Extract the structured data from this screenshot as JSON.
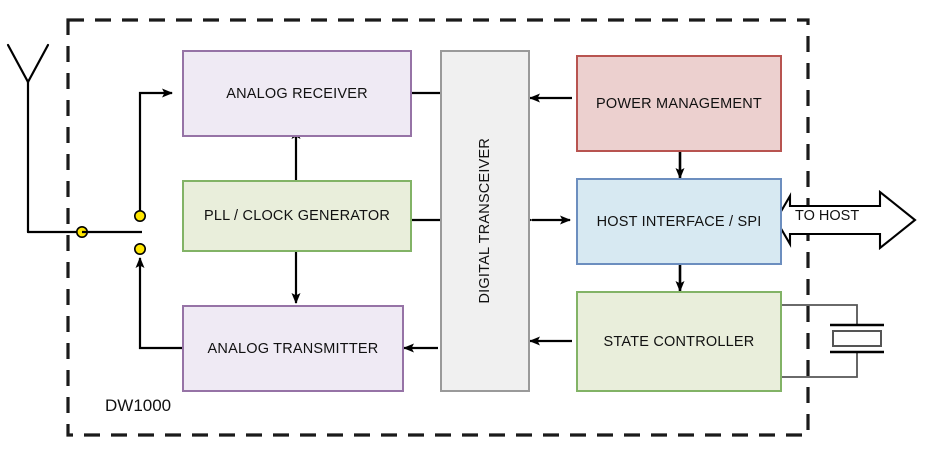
{
  "diagram": {
    "title_label": "DW1000",
    "chip_boundary": {
      "style": "dashed",
      "color": "#1a1a1a"
    },
    "blocks": [
      {
        "id": "analog_receiver",
        "label": "ANALOG RECEIVER",
        "fill": "#efeaf4",
        "stroke": "#9673a6"
      },
      {
        "id": "pll_clock",
        "label": "PLL / CLOCK GENERATOR",
        "fill": "#e9eedb",
        "stroke": "#82b366"
      },
      {
        "id": "analog_transmitter",
        "label": "ANALOG TRANSMITTER",
        "fill": "#efeaf4",
        "stroke": "#9673a6"
      },
      {
        "id": "digital_transceiver",
        "label": "DIGITAL TRANSCEIVER",
        "fill": "#f0f0f0",
        "stroke": "#9a9a9a"
      },
      {
        "id": "power_management",
        "label": "POWER MANAGEMENT",
        "fill": "#ecd0cf",
        "stroke": "#b85450"
      },
      {
        "id": "host_interface",
        "label": "HOST INTERFACE / SPI",
        "fill": "#d7e9f2",
        "stroke": "#6c8ebf"
      },
      {
        "id": "state_controller",
        "label": "STATE CONTROLLER",
        "fill": "#e9eedb",
        "stroke": "#82b366"
      }
    ],
    "external": {
      "to_host_label": "TO HOST",
      "antenna_name": "antenna-symbol",
      "crystal_name": "crystal-oscillator-symbol"
    },
    "connections": [
      {
        "from": "antenna",
        "to": "analog_receiver",
        "direction": "one-way"
      },
      {
        "from": "analog_transmitter",
        "to": "antenna",
        "direction": "one-way"
      },
      {
        "from": "analog_receiver",
        "to": "digital_transceiver",
        "direction": "one-way"
      },
      {
        "from": "pll_clock",
        "to": "analog_receiver",
        "direction": "one-way"
      },
      {
        "from": "pll_clock",
        "to": "analog_transmitter",
        "direction": "one-way"
      },
      {
        "from": "pll_clock",
        "to": "digital_transceiver",
        "direction": "one-way"
      },
      {
        "from": "digital_transceiver",
        "to": "analog_transmitter",
        "direction": "one-way"
      },
      {
        "from": "power_management",
        "to": "digital_transceiver",
        "direction": "one-way"
      },
      {
        "from": "power_management",
        "to": "host_interface",
        "direction": "two-way"
      },
      {
        "from": "digital_transceiver",
        "to": "host_interface",
        "direction": "two-way"
      },
      {
        "from": "host_interface",
        "to": "state_controller",
        "direction": "two-way"
      },
      {
        "from": "state_controller",
        "to": "digital_transceiver",
        "direction": "one-way"
      },
      {
        "from": "host_interface",
        "to": "to_host",
        "direction": "two-way"
      },
      {
        "from": "state_controller",
        "to": "crystal",
        "direction": "none"
      }
    ]
  }
}
